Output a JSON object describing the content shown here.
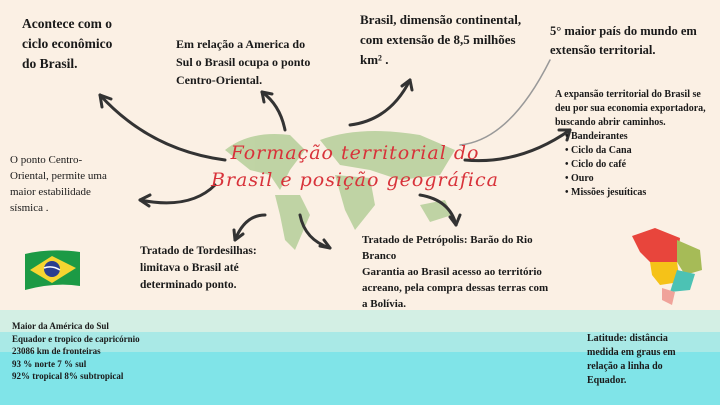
{
  "title": {
    "line1": "Formação territorial do",
    "line2": "Brasil e posição geográfica"
  },
  "notes": {
    "ciclo": "Acontece com o ciclo econômico do Brasil.",
    "america": "Em relação a America do Sul o Brasil ocupa o ponto Centro-Oriental.",
    "dimensao": "Brasil, dimensão continental, com extensão de 8,5 milhões km² .",
    "quinto": "5° maior país do mundo em extensão territorial.",
    "centro": "O ponto Centro-Oriental, permite uma maior estabilidade sísmica .",
    "tordesilhas": "Tratado de Tordesilhas: limitava o Brasil até determinado ponto.",
    "petropolis_title": "Tratado de Petrópolis: Barão do Rio Branco",
    "petropolis_text": "Garantia ao Brasil acesso ao território acreano, pela compra dessas terras com a Bolívia."
  },
  "expansao": {
    "intro": "A expansão territorial do Brasil se deu por sua economia exportadora, buscando abrir caminhos.",
    "items": [
      "Bandeirantes",
      "Ciclo da Cana",
      "Ciclo do café",
      "Ouro",
      "Missões jesuíticas"
    ]
  },
  "bottom_left": [
    "Maior da América do Sul",
    "Equador e tropico de capricórnio",
    "23086 km de fronteiras",
    "93 % norte 7 % sul",
    "92% tropical 8% subtropical"
  ],
  "bottom_right": "Latitude: distância medida em graus em relação a linha do Equador.",
  "colors": {
    "background": "#fbf0e4",
    "title": "#d8323a",
    "map": "#b5cf9a"
  }
}
